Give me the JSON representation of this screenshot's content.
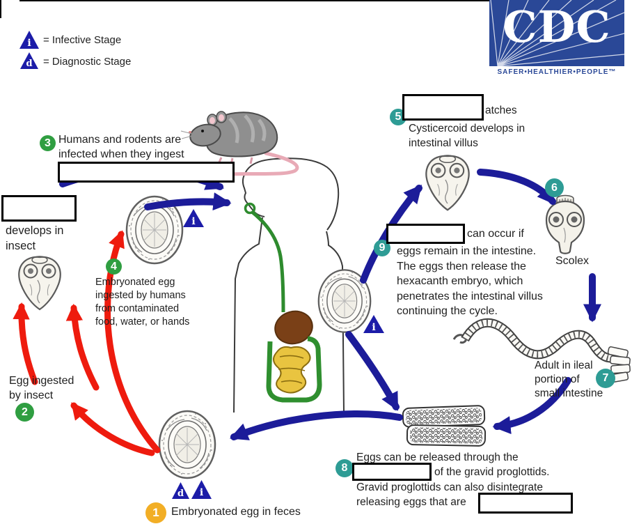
{
  "legend": {
    "i_glyph": "i",
    "d_glyph": "d",
    "infective": "= Infective Stage",
    "diagnostic": "= Diagnostic Stage"
  },
  "logo": {
    "cdc": "CDC",
    "tagline": "SAFER•HEALTHIER•PEOPLE™"
  },
  "steps": {
    "s1": {
      "num": "1",
      "label": "Embryonated egg in feces"
    },
    "s2": {
      "num": "2",
      "lines": [
        "Egg ingested",
        "by insect"
      ]
    },
    "s3": {
      "num": "3",
      "lines": [
        "Humans and rodents are",
        "infected when they ingest"
      ]
    },
    "s4": {
      "num": "4",
      "lines": [
        "Embryonated egg",
        "ingested by humans",
        "from contaminated",
        "food, water, or hands"
      ]
    },
    "s5": {
      "num": "5",
      "after_box": "atches",
      "lines": [
        "Cysticercoid develops in",
        "intestinal villus"
      ]
    },
    "s6": {
      "num": "6"
    },
    "s7": {
      "num": "7",
      "lines": [
        "Adult in ileal",
        "portion of",
        "small intestine"
      ]
    },
    "s8": {
      "num": "8",
      "line1": "Eggs can be released through the",
      "line2_after_box": "of the gravid proglottids.",
      "line3": "Gravid proglottids can also disintegrate",
      "line4_before_box": "releasing eggs that are"
    },
    "s9": {
      "num": "9",
      "line1_after_box": "can occur if",
      "lines": [
        "eggs remain in the intestine.",
        "The eggs then release the",
        "hexacanth embryo, which",
        "penetrates the intestinal villus",
        "continuing the cycle."
      ]
    }
  },
  "labels": {
    "develops_lines": [
      "develops in",
      "insect"
    ],
    "scolex": "Scolex"
  },
  "colors": {
    "arrow_blue": "#1c1c99",
    "arrow_red": "#ee1b0e",
    "step_green": "#2f9e41",
    "step_teal": "#2e9c95",
    "step_yellow": "#f2ae25",
    "triangle_blue": "#1c1ca8",
    "logo_blue": "#2a4897"
  }
}
